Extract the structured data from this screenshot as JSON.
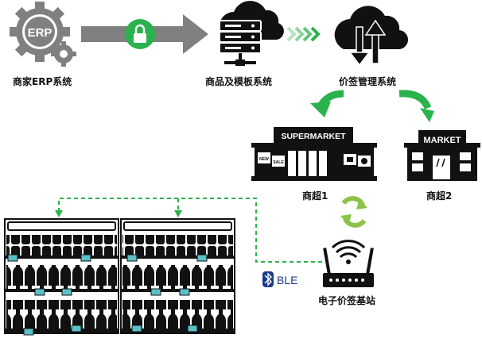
{
  "nodes": {
    "erp": {
      "label": "商家ERP系统",
      "icon_text": "ERP"
    },
    "product": {
      "label": "商品及模板系统"
    },
    "price": {
      "label": "价签管理系统"
    },
    "store1": {
      "label": "商超1",
      "sign": "SUPERMARKET",
      "win_new": "NEW",
      "win_sale": "SALE"
    },
    "store2": {
      "label": "商超2",
      "sign": "MARKET"
    },
    "base": {
      "label": "电子价签基站"
    },
    "ble": {
      "label": "BLE"
    }
  },
  "colors": {
    "green": "#2bb24c",
    "dark": "#111111",
    "grey": "#808080",
    "tag": "#5bc0c8"
  }
}
